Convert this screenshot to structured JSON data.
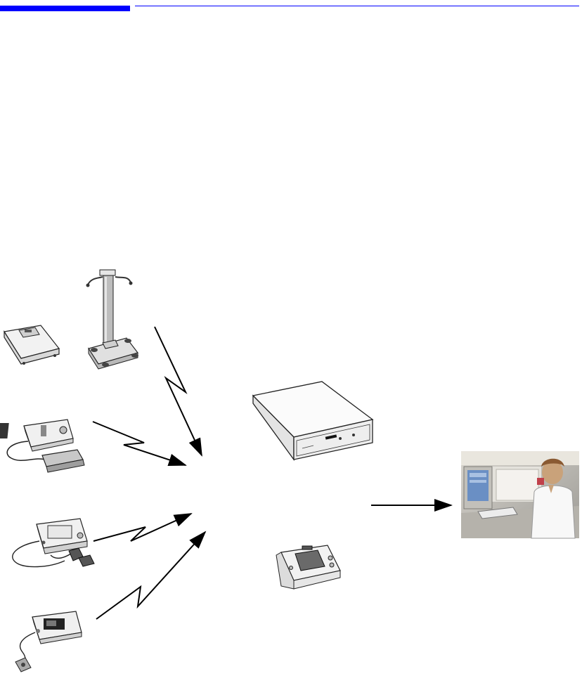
{
  "header": {
    "accent_color": "#0000ff",
    "rule_color": "#0000ff"
  },
  "devices": [
    {
      "icon": "weight-scale-icon"
    },
    {
      "icon": "height-measure-scale-icon"
    },
    {
      "icon": "blood-pressure-monitor-icon"
    },
    {
      "icon": "ecg-monitor-icon"
    },
    {
      "icon": "pulse-oximeter-icon"
    }
  ],
  "hub": {
    "icon": "base-station-receiver-icon"
  },
  "patient_monitor": {
    "icon": "home-monitor-display-icon"
  },
  "clinician": {
    "icon": "clinician-workstation-photo-icon"
  },
  "connections": {
    "wireless": [
      "weight-scale",
      "blood-pressure-monitor",
      "ecg-monitor",
      "pulse-oximeter"
    ],
    "wired": [
      "hub-to-clinician"
    ]
  }
}
